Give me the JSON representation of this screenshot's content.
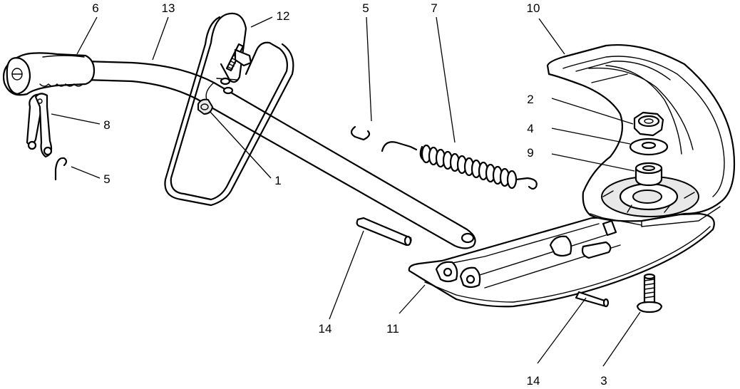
{
  "callouts": [
    {
      "id": "c-6-top",
      "label": "6"
    },
    {
      "id": "c-13",
      "label": "13"
    },
    {
      "id": "c-12",
      "label": "12"
    },
    {
      "id": "c-5-top",
      "label": "5"
    },
    {
      "id": "c-7",
      "label": "7"
    },
    {
      "id": "c-10",
      "label": "10"
    },
    {
      "id": "c-8",
      "label": "8"
    },
    {
      "id": "c-5-left",
      "label": "5"
    },
    {
      "id": "c-1",
      "label": "1"
    },
    {
      "id": "c-2",
      "label": "2"
    },
    {
      "id": "c-4",
      "label": "4"
    },
    {
      "id": "c-9",
      "label": "9"
    },
    {
      "id": "c-14-mid",
      "label": "14"
    },
    {
      "id": "c-11",
      "label": "11"
    },
    {
      "id": "c-14-bottom",
      "label": "14"
    },
    {
      "id": "c-3",
      "label": "3"
    }
  ]
}
